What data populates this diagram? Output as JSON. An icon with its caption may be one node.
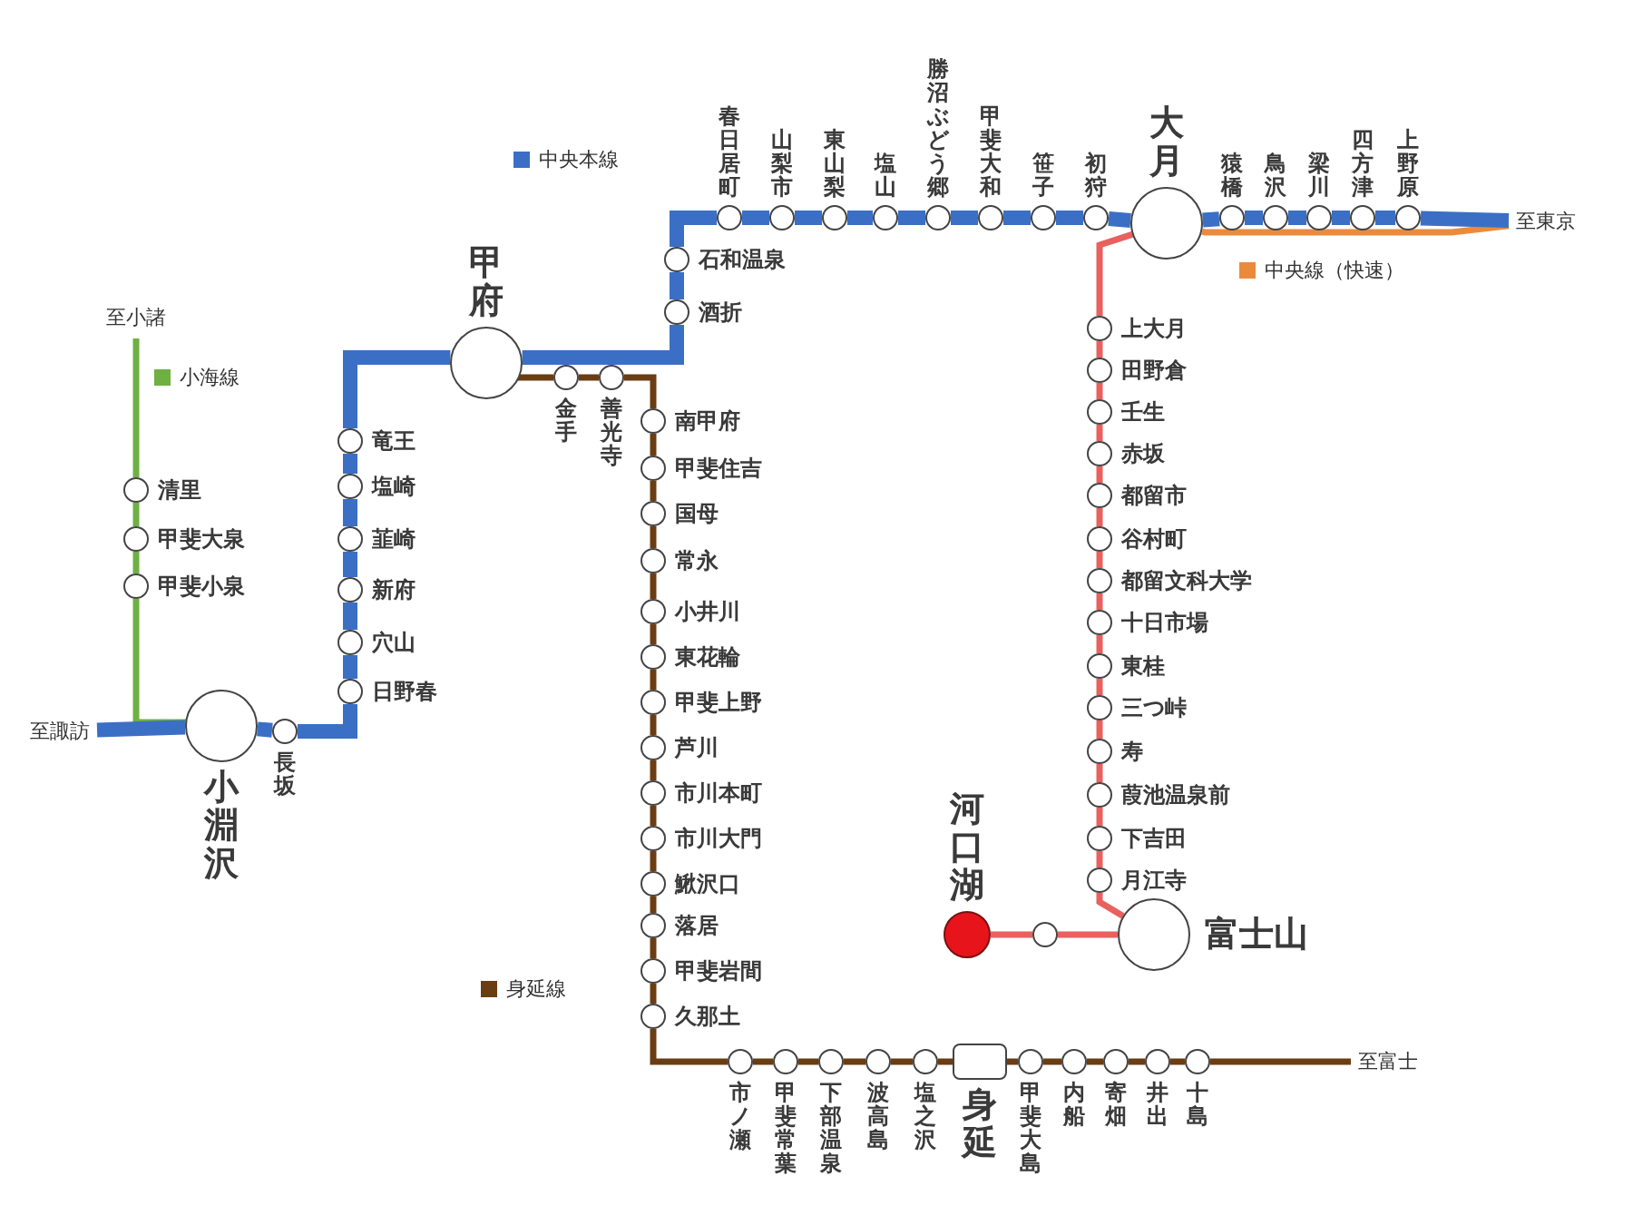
{
  "diagram": {
    "nodes": [
      {
        "text": [
          "至諏訪"
        ]
      },
      {
        "text": [
          "小淵沢"
        ]
      },
      {
        "text": [
          "長坂"
        ]
      },
      {
        "text": [
          "日野春"
        ]
      },
      {
        "text": [
          "穴山"
        ]
      },
      {
        "text": [
          "新府"
        ]
      },
      {
        "text": [
          "韮崎"
        ]
      },
      {
        "text": [
          "塩崎"
        ]
      },
      {
        "text": [
          "竜王"
        ]
      },
      {
        "text": [
          "甲府"
        ]
      },
      {
        "text": [
          "酒折"
        ]
      },
      {
        "text": [
          "石和温泉"
        ]
      },
      {
        "text": [
          "春日居町"
        ]
      },
      {
        "text": [
          "山梨市"
        ]
      },
      {
        "text": [
          "東山梨"
        ]
      },
      {
        "text": [
          "塩山"
        ]
      },
      {
        "text": [
          "勝沼ぶどう郷"
        ]
      },
      {
        "text": [
          "甲斐大和"
        ]
      },
      {
        "text": [
          "笹子"
        ]
      },
      {
        "text": [
          "初狩"
        ]
      },
      {
        "text": [
          "大月"
        ]
      },
      {
        "text": [
          "猿橋"
        ]
      },
      {
        "text": [
          "鳥沢"
        ]
      },
      {
        "text": [
          "梁川"
        ]
      },
      {
        "text": [
          "四方津"
        ]
      },
      {
        "text": [
          "上野原"
        ]
      },
      {
        "text": [
          "至東京"
        ]
      },
      {
        "text": [
          "至小諸"
        ]
      },
      {
        "text": [
          "清里"
        ]
      },
      {
        "text": [
          "甲斐大泉"
        ]
      },
      {
        "text": [
          "甲斐小泉"
        ]
      },
      {
        "text": [
          "金手"
        ]
      },
      {
        "text": [
          "善光寺"
        ]
      },
      {
        "text": [
          "南甲府"
        ]
      },
      {
        "text": [
          "甲斐住吉"
        ]
      },
      {
        "text": [
          "国母"
        ]
      },
      {
        "text": [
          "常永"
        ]
      },
      {
        "text": [
          "小井川"
        ]
      },
      {
        "text": [
          "東花輪"
        ]
      },
      {
        "text": [
          "甲斐上野"
        ]
      },
      {
        "text": [
          "芦川"
        ]
      },
      {
        "text": [
          "市川本町"
        ]
      },
      {
        "text": [
          "市川大門"
        ]
      },
      {
        "text": [
          "鰍沢口"
        ]
      },
      {
        "text": [
          "落居"
        ]
      },
      {
        "text": [
          "甲斐岩間"
        ]
      },
      {
        "text": [
          "久那土"
        ]
      },
      {
        "text": [
          "市ノ瀬"
        ]
      },
      {
        "text": [
          "甲斐常葉"
        ]
      },
      {
        "text": [
          "下部温泉"
        ]
      },
      {
        "text": [
          "波高島"
        ]
      },
      {
        "text": [
          "塩之沢"
        ]
      },
      {
        "text": [
          "身延"
        ]
      },
      {
        "text": [
          "甲斐大島"
        ]
      },
      {
        "text": [
          "内船"
        ]
      },
      {
        "text": [
          "寄畑"
        ]
      },
      {
        "text": [
          "井出"
        ]
      },
      {
        "text": [
          "十島"
        ]
      },
      {
        "text": [
          "至富士"
        ]
      },
      {
        "text": [
          "上大月"
        ]
      },
      {
        "text": [
          "田野倉"
        ]
      },
      {
        "text": [
          "壬生"
        ]
      },
      {
        "text": [
          "赤坂"
        ]
      },
      {
        "text": [
          "都留市"
        ]
      },
      {
        "text": [
          "谷村町"
        ]
      },
      {
        "text": [
          "都留文科大学"
        ]
      },
      {
        "text": [
          "十日市場"
        ]
      },
      {
        "text": [
          "東桂"
        ]
      },
      {
        "text": [
          "三つ峠"
        ]
      },
      {
        "text": [
          "寿"
        ]
      },
      {
        "text": [
          "葭池温泉前"
        ]
      },
      {
        "text": [
          "下吉田"
        ]
      },
      {
        "text": [
          "月江寺"
        ]
      },
      {
        "text": [
          "富士山"
        ]
      },
      {
        "text": [],
        "shape": "circle"
      },
      {
        "text": [
          "河口湖"
        ]
      }
    ],
    "edges": [
      {
        "from": 0,
        "to": 1,
        "arrow": "none",
        "style": "thick",
        "color": "#3b6fc6"
      },
      {
        "from": 1,
        "to": 2,
        "arrow": "none",
        "style": "thick",
        "color": "#3b6fc6"
      },
      {
        "from": 2,
        "to": 3,
        "arrow": "none",
        "style": "thick",
        "color": "#3b6fc6"
      },
      {
        "from": 3,
        "to": 4,
        "arrow": "none",
        "style": "thick",
        "color": "#3b6fc6"
      },
      {
        "from": 4,
        "to": 5,
        "arrow": "none",
        "style": "thick",
        "color": "#3b6fc6"
      },
      {
        "from": 5,
        "to": 6,
        "arrow": "none",
        "style": "thick",
        "color": "#3b6fc6"
      },
      {
        "from": 6,
        "to": 7,
        "arrow": "none",
        "style": "thick",
        "color": "#3b6fc6"
      },
      {
        "from": 7,
        "to": 8,
        "arrow": "none",
        "style": "thick",
        "color": "#3b6fc6"
      },
      {
        "from": 8,
        "to": 9,
        "arrow": "none",
        "style": "thick",
        "color": "#3b6fc6"
      },
      {
        "from": 9,
        "to": 10,
        "arrow": "none",
        "style": "thick",
        "color": "#3b6fc6"
      },
      {
        "from": 10,
        "to": 11,
        "arrow": "none",
        "style": "thick",
        "color": "#3b6fc6"
      },
      {
        "from": 11,
        "to": 12,
        "arrow": "none",
        "style": "thick",
        "color": "#3b6fc6"
      },
      {
        "from": 12,
        "to": 13,
        "arrow": "none",
        "style": "thick",
        "color": "#3b6fc6"
      },
      {
        "from": 13,
        "to": 14,
        "arrow": "none",
        "style": "thick",
        "color": "#3b6fc6"
      },
      {
        "from": 14,
        "to": 15,
        "arrow": "none",
        "style": "thick",
        "color": "#3b6fc6"
      },
      {
        "from": 15,
        "to": 16,
        "arrow": "none",
        "style": "thick",
        "color": "#3b6fc6"
      },
      {
        "from": 16,
        "to": 17,
        "arrow": "none",
        "style": "thick",
        "color": "#3b6fc6"
      },
      {
        "from": 17,
        "to": 18,
        "arrow": "none",
        "style": "thick",
        "color": "#3b6fc6"
      },
      {
        "from": 18,
        "to": 19,
        "arrow": "none",
        "style": "thick",
        "color": "#3b6fc6"
      },
      {
        "from": 19,
        "to": 20,
        "arrow": "none",
        "style": "thick",
        "color": "#3b6fc6"
      },
      {
        "from": 20,
        "to": 21,
        "arrow": "none",
        "style": "thick",
        "color": "#3b6fc6"
      },
      {
        "from": 21,
        "to": 22,
        "arrow": "none",
        "style": "thick",
        "color": "#3b6fc6"
      },
      {
        "from": 22,
        "to": 23,
        "arrow": "none",
        "style": "thick",
        "color": "#3b6fc6"
      },
      {
        "from": 23,
        "to": 24,
        "arrow": "none",
        "style": "thick",
        "color": "#3b6fc6"
      },
      {
        "from": 24,
        "to": 25,
        "arrow": "none",
        "style": "thick",
        "color": "#3b6fc6"
      },
      {
        "from": 25,
        "to": 26,
        "arrow": "none",
        "style": "thick",
        "color": "#3b6fc6"
      },
      {
        "from": 20,
        "to": 26,
        "arrow": "none",
        "color": "#ec8a3c"
      },
      {
        "from": 27,
        "to": 28,
        "arrow": "none",
        "color": "#6fb043"
      },
      {
        "from": 28,
        "to": 29,
        "arrow": "none",
        "color": "#6fb043"
      },
      {
        "from": 29,
        "to": 30,
        "arrow": "none",
        "color": "#6fb043"
      },
      {
        "from": 30,
        "to": 1,
        "arrow": "none",
        "color": "#6fb043"
      },
      {
        "from": 9,
        "to": 31,
        "arrow": "none",
        "color": "#6b3d12"
      },
      {
        "from": 31,
        "to": 32,
        "arrow": "none",
        "color": "#6b3d12"
      },
      {
        "from": 32,
        "to": 33,
        "arrow": "none",
        "color": "#6b3d12"
      },
      {
        "from": 33,
        "to": 34,
        "arrow": "none",
        "color": "#6b3d12"
      },
      {
        "from": 34,
        "to": 35,
        "arrow": "none",
        "color": "#6b3d12"
      },
      {
        "from": 35,
        "to": 36,
        "arrow": "none",
        "color": "#6b3d12"
      },
      {
        "from": 36,
        "to": 37,
        "arrow": "none",
        "color": "#6b3d12"
      },
      {
        "from": 37,
        "to": 38,
        "arrow": "none",
        "color": "#6b3d12"
      },
      {
        "from": 38,
        "to": 39,
        "arrow": "none",
        "color": "#6b3d12"
      },
      {
        "from": 39,
        "to": 40,
        "arrow": "none",
        "color": "#6b3d12"
      },
      {
        "from": 40,
        "to": 41,
        "arrow": "none",
        "color": "#6b3d12"
      },
      {
        "from": 41,
        "to": 42,
        "arrow": "none",
        "color": "#6b3d12"
      },
      {
        "from": 42,
        "to": 43,
        "arrow": "none",
        "color": "#6b3d12"
      },
      {
        "from": 43,
        "to": 44,
        "arrow": "none",
        "color": "#6b3d12"
      },
      {
        "from": 44,
        "to": 45,
        "arrow": "none",
        "color": "#6b3d12"
      },
      {
        "from": 45,
        "to": 46,
        "arrow": "none",
        "color": "#6b3d12"
      },
      {
        "from": 46,
        "to": 47,
        "arrow": "none",
        "color": "#6b3d12"
      },
      {
        "from": 47,
        "to": 48,
        "arrow": "none",
        "color": "#6b3d12"
      },
      {
        "from": 48,
        "to": 49,
        "arrow": "none",
        "color": "#6b3d12"
      },
      {
        "from": 49,
        "to": 50,
        "arrow": "none",
        "color": "#6b3d12"
      },
      {
        "from": 50,
        "to": 51,
        "arrow": "none",
        "color": "#6b3d12"
      },
      {
        "from": 51,
        "to": 52,
        "arrow": "none",
        "color": "#6b3d12"
      },
      {
        "from": 52,
        "to": 53,
        "arrow": "none",
        "color": "#6b3d12"
      },
      {
        "from": 53,
        "to": 54,
        "arrow": "none",
        "color": "#6b3d12"
      },
      {
        "from": 54,
        "to": 55,
        "arrow": "none",
        "color": "#6b3d12"
      },
      {
        "from": 55,
        "to": 56,
        "arrow": "none",
        "color": "#6b3d12"
      },
      {
        "from": 56,
        "to": 57,
        "arrow": "none",
        "color": "#6b3d12"
      },
      {
        "from": 57,
        "to": 58,
        "arrow": "none",
        "color": "#6b3d12"
      },
      {
        "from": 20,
        "to": 59,
        "arrow": "none",
        "color": "#e8615f"
      },
      {
        "from": 59,
        "to": 60,
        "arrow": "none",
        "color": "#e8615f"
      },
      {
        "from": 60,
        "to": 61,
        "arrow": "none",
        "color": "#e8615f"
      },
      {
        "from": 61,
        "to": 62,
        "arrow": "none",
        "color": "#e8615f"
      },
      {
        "from": 62,
        "to": 63,
        "arrow": "none",
        "color": "#e8615f"
      },
      {
        "from": 63,
        "to": 64,
        "arrow": "none",
        "color": "#e8615f"
      },
      {
        "from": 64,
        "to": 65,
        "arrow": "none",
        "color": "#e8615f"
      },
      {
        "from": 65,
        "to": 66,
        "arrow": "none",
        "color": "#e8615f"
      },
      {
        "from": 66,
        "to": 67,
        "arrow": "none",
        "color": "#e8615f"
      },
      {
        "from": 67,
        "to": 68,
        "arrow": "none",
        "color": "#e8615f"
      },
      {
        "from": 68,
        "to": 69,
        "arrow": "none",
        "color": "#e8615f"
      },
      {
        "from": 69,
        "to": 70,
        "arrow": "none",
        "color": "#e8615f"
      },
      {
        "from": 70,
        "to": 71,
        "arrow": "none",
        "color": "#e8615f"
      },
      {
        "from": 71,
        "to": 72,
        "arrow": "none",
        "color": "#e8615f"
      },
      {
        "from": 72,
        "to": 73,
        "arrow": "none",
        "color": "#e8615f"
      },
      {
        "from": 73,
        "to": 74,
        "arrow": "none",
        "color": "#e8615f"
      },
      {
        "from": 74,
        "to": 75,
        "arrow": "none",
        "color": "#e8615f"
      }
    ],
    "legend": [
      {
        "text": "中央本線",
        "color": "#3b6fc6"
      },
      {
        "text": "中央線（快速）",
        "color": "#ec8a3c"
      },
      {
        "text": "小海線",
        "color": "#6fb043"
      },
      {
        "text": "身延線",
        "color": "#6b3d12"
      }
    ]
  }
}
